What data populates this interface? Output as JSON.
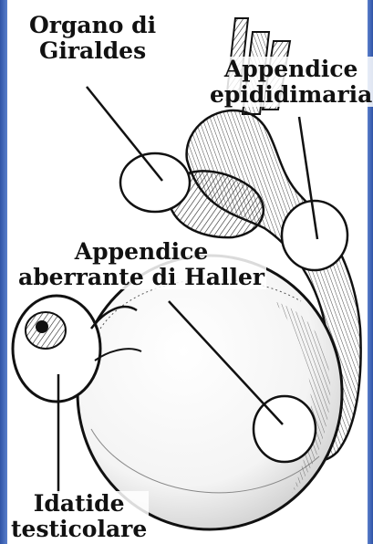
{
  "labels": {
    "organo_giraldes": [
      "Organo di",
      "Giraldes"
    ],
    "appendice_epididimaria": [
      "Appendice",
      "epididimaria"
    ],
    "appendice_aberrante": [
      "Appendice",
      "aberrante di Haller"
    ],
    "idatide_testicolare": [
      "Idatide",
      "testicolare"
    ]
  },
  "colors": {
    "frame": "#3f66b8",
    "ink": "#111111",
    "paper": "#ffffff"
  }
}
